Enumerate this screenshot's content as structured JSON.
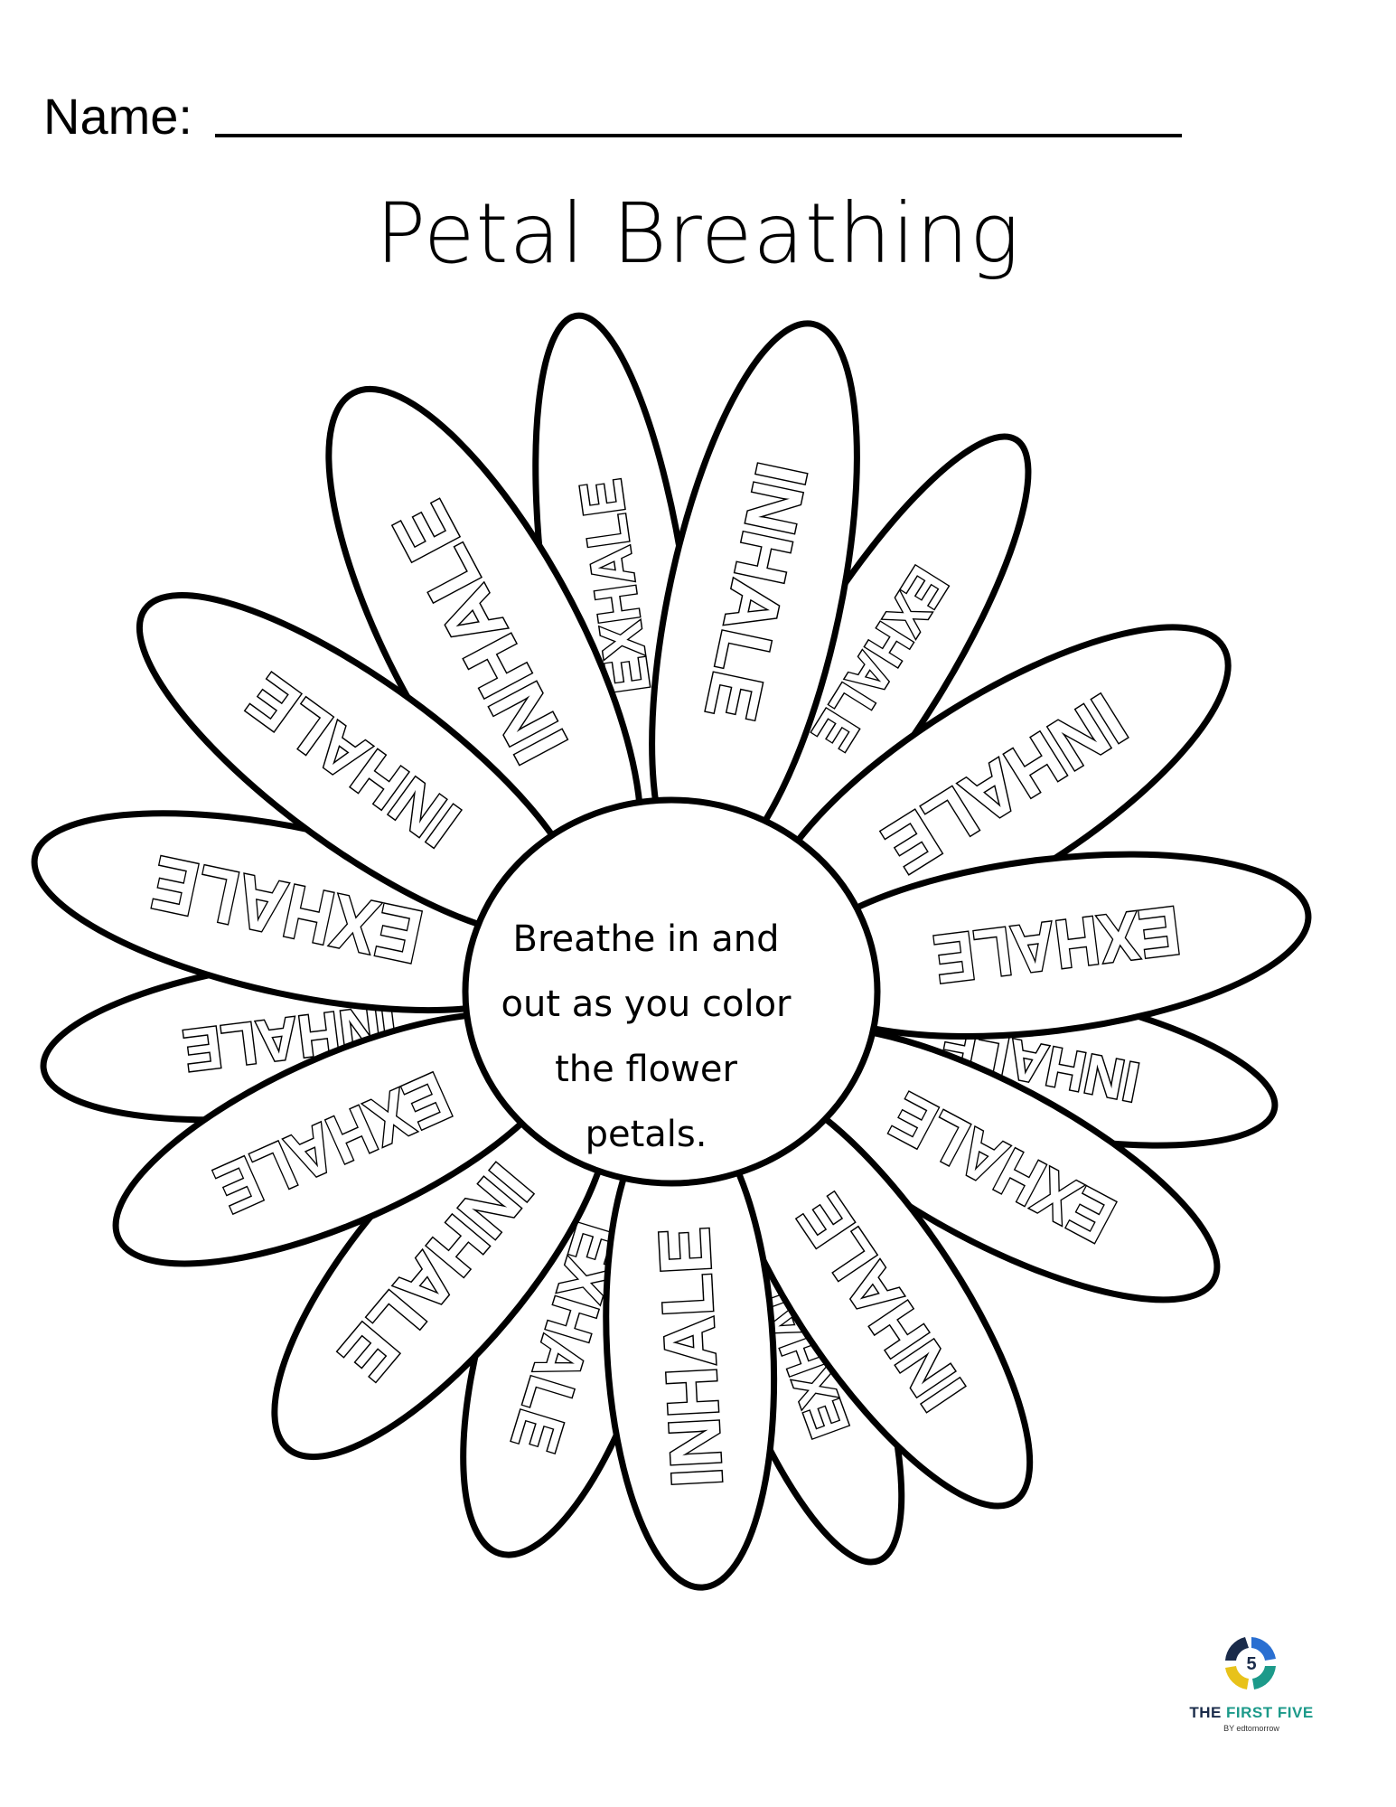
{
  "header": {
    "name_label": "Name:",
    "title": "Petal Breathing"
  },
  "center": {
    "lines": [
      "Breathe in and",
      "out as you color",
      "the flower",
      "petals."
    ]
  },
  "petals": [
    {
      "word": "INHALE"
    },
    {
      "word": "EXHALE"
    },
    {
      "word": "INHALE"
    },
    {
      "word": "EXHALE"
    },
    {
      "word": "INHALE"
    },
    {
      "word": "EXHALE"
    },
    {
      "word": "INHALE"
    },
    {
      "word": "EXHALE"
    },
    {
      "word": "INHALE"
    },
    {
      "word": "EXHALE"
    },
    {
      "word": "INHALE"
    },
    {
      "word": "EXHALE"
    },
    {
      "word": "INHALE"
    },
    {
      "word": "EXHALE"
    },
    {
      "word": "INHALE"
    },
    {
      "word": "EXHALE"
    },
    {
      "word": "INHALE"
    },
    {
      "word": "EXHALE"
    }
  ],
  "logo": {
    "number": "5",
    "brand_part1": "THE ",
    "brand_part2": "FIRST FIVE",
    "byline": "BY edtomorrow"
  },
  "colors": {
    "ink": "#000000",
    "logo_navy": "#1a2b4a",
    "logo_teal": "#1c9a8a",
    "logo_yellow": "#e8c21a",
    "logo_blue": "#2a6fd1"
  }
}
